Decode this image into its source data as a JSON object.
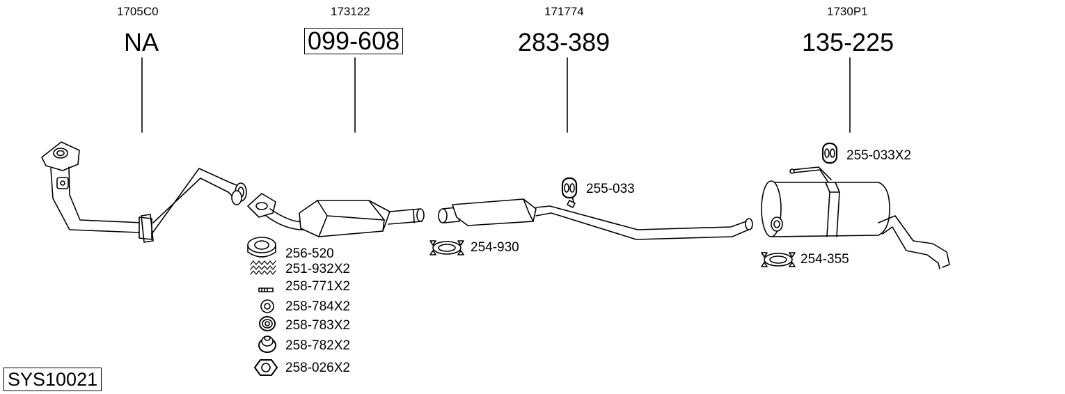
{
  "system_code": "SYS10021",
  "assemblies": [
    {
      "id": "front-pipe",
      "ref": "1705C0",
      "part": "NA",
      "boxed": false
    },
    {
      "id": "catalytic-converter",
      "ref": "173122",
      "part": "099-608",
      "boxed": true
    },
    {
      "id": "middle-silencer",
      "ref": "171774",
      "part": "283-389",
      "boxed": false
    },
    {
      "id": "rear-silencer",
      "ref": "1730P1",
      "part": "135-225",
      "boxed": false
    }
  ],
  "accessories": {
    "gasket": "256-520",
    "spring": "251-932X2",
    "bolt": "258-771X2",
    "washer_flat": "258-784X2",
    "washer_cup": "258-783X2",
    "washer_conical": "258-782X2",
    "nut": "258-026X2",
    "clamp_mid": "254-930",
    "rubber_mid": "255-033",
    "rubber_rear": "255-033X2",
    "clamp_rear": "254-355"
  }
}
